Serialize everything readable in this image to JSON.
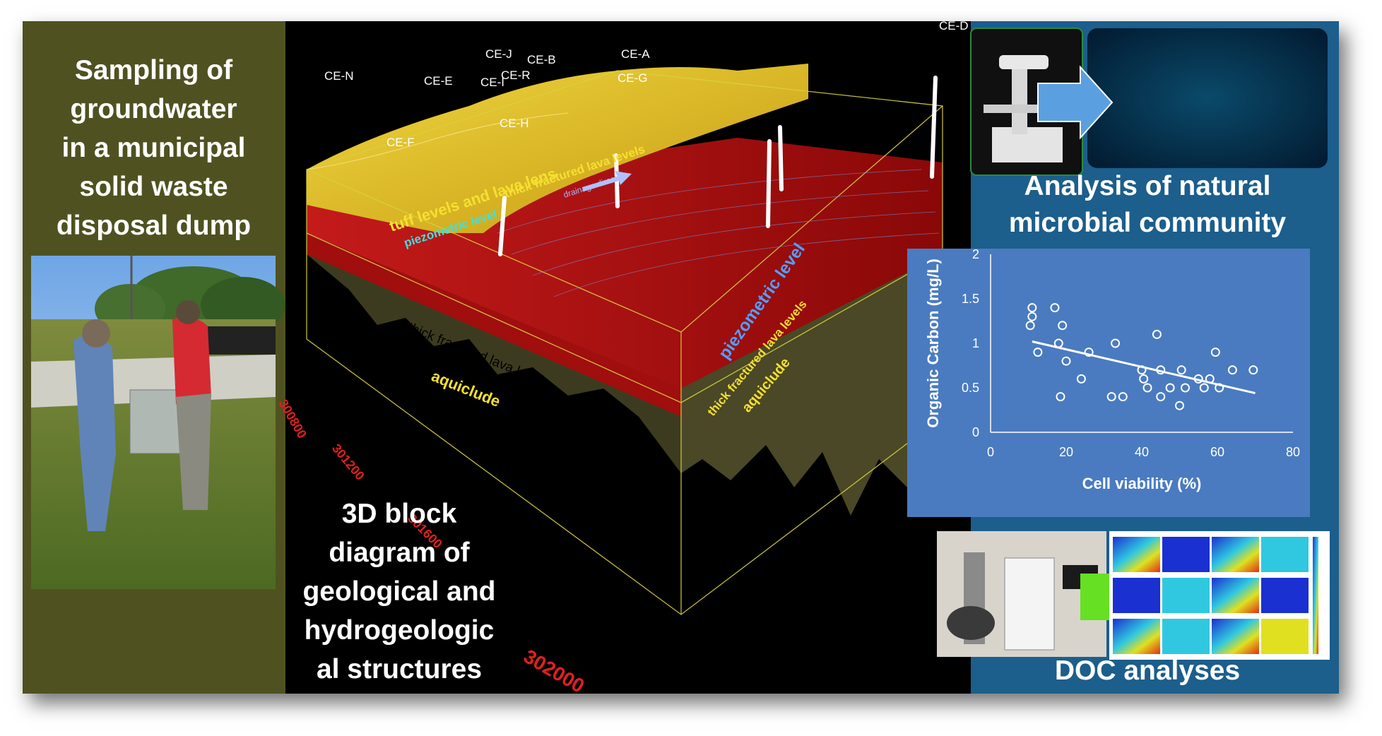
{
  "left_panel": {
    "title_lines": [
      "Sampling of",
      "groundwater",
      "in a municipal",
      "solid waste",
      "disposal dump"
    ]
  },
  "middle_panel": {
    "title_lines": [
      "3D block",
      "diagram of",
      "geological and",
      "hydrogeologic",
      "al structures"
    ],
    "well_labels": [
      "CE-N",
      "CE-E",
      "CE-J",
      "CE-I",
      "CE-R",
      "CE-B",
      "CE-A",
      "CE-G",
      "CE-H",
      "CE-F",
      "CE-D"
    ],
    "layer_labels": {
      "tuff": "tuff levels and lava lens",
      "piezometric_top": "piezometric level",
      "fractured_top": "thick fractured lava levels",
      "drainage": "drainage direction",
      "piezometric_side": "piezometric level",
      "fractured_side": "thick fractured lava levels",
      "aquiclude_side": "aquiclude",
      "fractured_front": "thick fractured lava level",
      "aquiclude_front": "aquiclude"
    },
    "axis_ticks": [
      "300800",
      "301200",
      "301600",
      "302000"
    ]
  },
  "right_panel": {
    "microbial_title_lines": [
      "Analysis of natural",
      "microbial community"
    ],
    "doc_title": "DOC analyses"
  },
  "chart_data": {
    "type": "scatter",
    "xlabel": "Cell viability (%)",
    "ylabel": "Organic Carbon (mg/L)",
    "xlim": [
      0,
      80
    ],
    "ylim": [
      0,
      2
    ],
    "xticks": [
      0,
      20,
      40,
      60,
      80
    ],
    "yticks": [
      0,
      0.5,
      1,
      1.5,
      2
    ],
    "x_tick_labels": [
      "0",
      "20",
      "40",
      "60",
      "80"
    ],
    "y_tick_labels": [
      "0",
      "0.5",
      "1",
      "1.5",
      "2"
    ],
    "points": [
      [
        10.5,
        1.2
      ],
      [
        11,
        1.3
      ],
      [
        11,
        1.4
      ],
      [
        12.5,
        0.9
      ],
      [
        17,
        1.4
      ],
      [
        18,
        1.0
      ],
      [
        19,
        1.2
      ],
      [
        20,
        0.8
      ],
      [
        18.5,
        0.4
      ],
      [
        24,
        0.6
      ],
      [
        26,
        0.9
      ],
      [
        32,
        0.4
      ],
      [
        33,
        1.0
      ],
      [
        35,
        0.4
      ],
      [
        40,
        0.7
      ],
      [
        40.5,
        0.6
      ],
      [
        41.5,
        0.5
      ],
      [
        44,
        1.1
      ],
      [
        45,
        0.7
      ],
      [
        45,
        0.4
      ],
      [
        47.5,
        0.5
      ],
      [
        50,
        0.3
      ],
      [
        50.5,
        0.7
      ],
      [
        51.5,
        0.5
      ],
      [
        55,
        0.6
      ],
      [
        56.5,
        0.5
      ],
      [
        58,
        0.6
      ],
      [
        59.5,
        0.9
      ],
      [
        60.5,
        0.5
      ],
      [
        64,
        0.7
      ],
      [
        69.5,
        0.7
      ]
    ],
    "trendline": [
      [
        11,
        1.02
      ],
      [
        70,
        0.44
      ]
    ],
    "grid": false,
    "marker_color": "#ffffff"
  },
  "colors": {
    "left_bg": "#4f5220",
    "right_bg": "#1c5e8c",
    "chart_bg": "#4a7bc0",
    "arrow_blue": "#5aa0e0",
    "arrow_green": "#66e022"
  }
}
